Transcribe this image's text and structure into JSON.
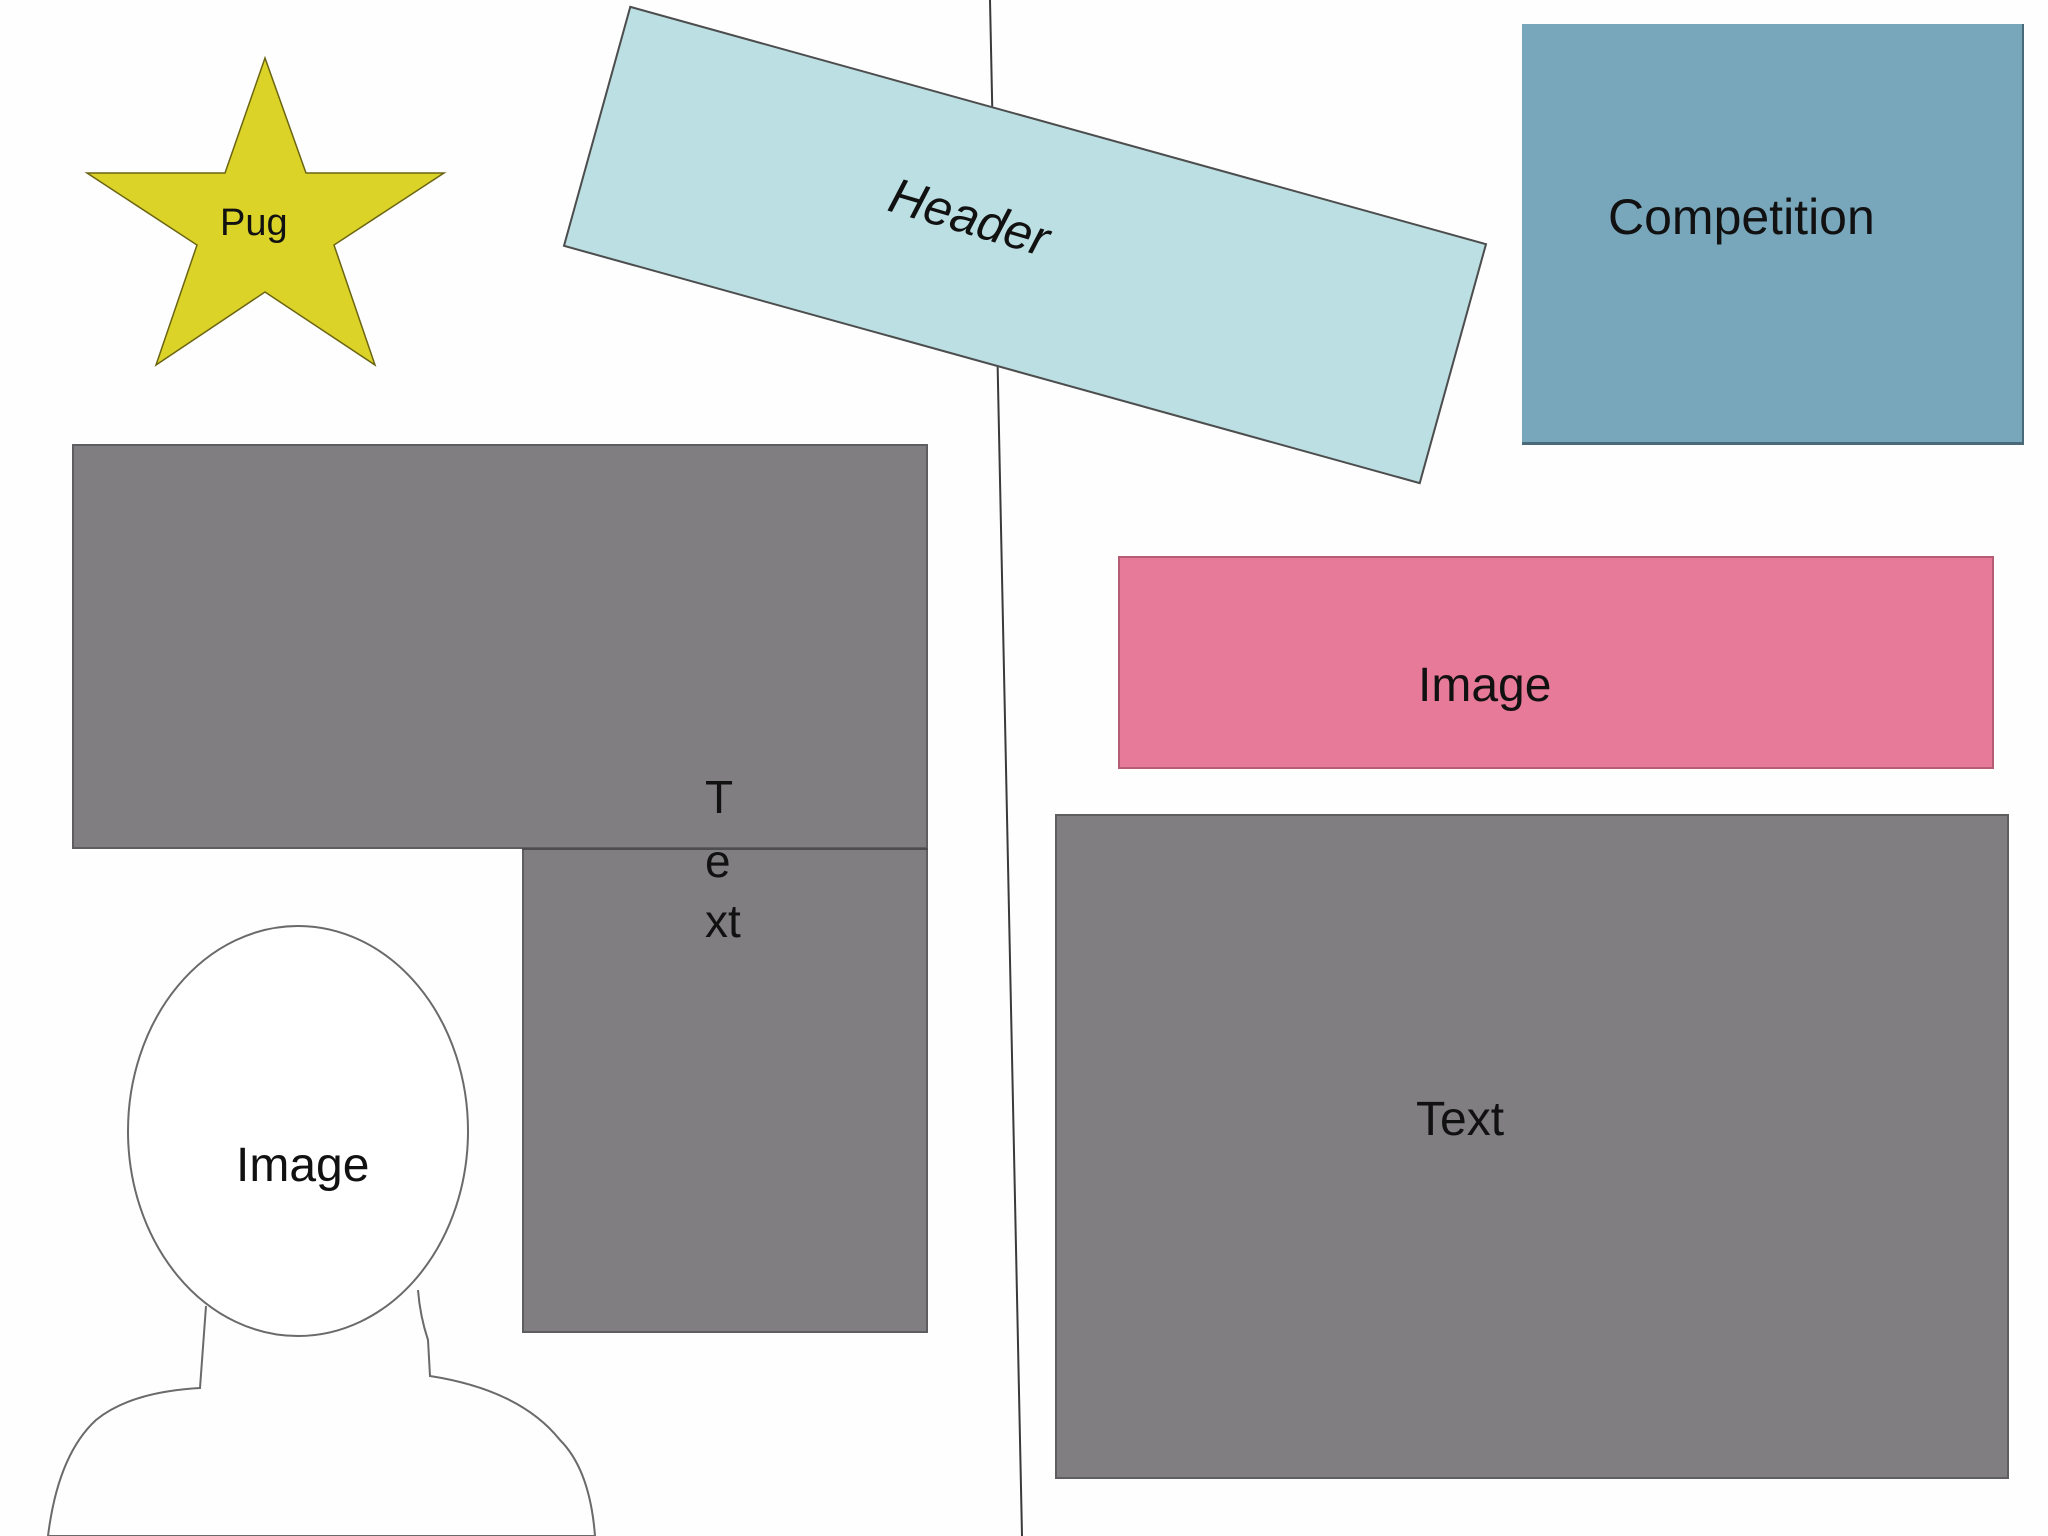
{
  "canvas": {
    "background": "#fefefe"
  },
  "star": {
    "label": "Pug",
    "icon": "star-icon",
    "fill": "#dcd328",
    "stroke": "#6b6512"
  },
  "header_block": {
    "label": "Header",
    "fill": "#bcdfe3",
    "stroke": "#4d4d4d"
  },
  "competition_block": {
    "label": "Competition",
    "fill": "#78a6bb",
    "stroke": "#4a6a79"
  },
  "left_text_block": {
    "label_lines": [
      "T",
      "e",
      "xt"
    ],
    "fill": "#807e81",
    "stroke": "#5e5d60"
  },
  "portrait_image": {
    "label": "Image",
    "icon": "person-silhouette-icon",
    "fill": "#ffffff",
    "stroke": "#6a6a6a"
  },
  "right_image_block": {
    "label": "Image",
    "fill": "#e77a98",
    "stroke": "#b65c75"
  },
  "right_text_block": {
    "label": "Text",
    "fill": "#807e81",
    "stroke": "#5e5d60"
  },
  "divider": {
    "stroke": "#3a3a3a"
  }
}
